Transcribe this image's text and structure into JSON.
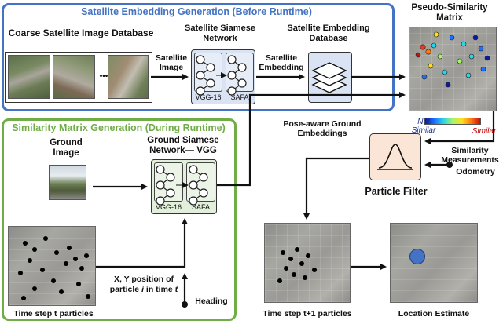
{
  "blue_section": {
    "title": "Satellite Embedding Generation (Before Runtime)"
  },
  "green_section": {
    "title": "Similarity Matrix Generation (During Runtime)"
  },
  "labels": {
    "coarse_db": "Coarse Satellite Image Database",
    "satellite_image": "Satellite\nImage",
    "sat_siamese": "Satellite Siamese\nNetwork",
    "vgg16_a": "VGG-16",
    "safa_a": "SAFA",
    "satellite_embedding": "Satellite\nEmbedding",
    "sat_emb_db": "Satellite Embedding\nDatabase",
    "pseudo_matrix": "Pseudo-Similarity\nMatrix",
    "not_similar": "Not\nSimilar",
    "similar": "Similar",
    "pose_aware": "Pose-aware Ground\nEmbeddings",
    "similarity_measurements": "Similarity\nMeasurements",
    "odometry": "Odometry",
    "particle_filter": "Particle Filter",
    "ground_image": "Ground\nImage",
    "ground_siamese": "Ground Siamese\nNetwork— VGG",
    "vgg16_b": "VGG-16",
    "safa_b": "SAFA",
    "xy_position_1": "X, Y position of",
    "xy_position_2": "particle",
    "xy_position_i": "i",
    "xy_position_3": "in time",
    "xy_position_t": "t",
    "heading": "Heading",
    "time_t": "Time step t particles",
    "time_t1": "Time step t+1 particles",
    "location_estimate": "Location Estimate",
    "ellipsis": "•••"
  },
  "colors": {
    "blue": "#4472c4",
    "green": "#70ad47"
  }
}
